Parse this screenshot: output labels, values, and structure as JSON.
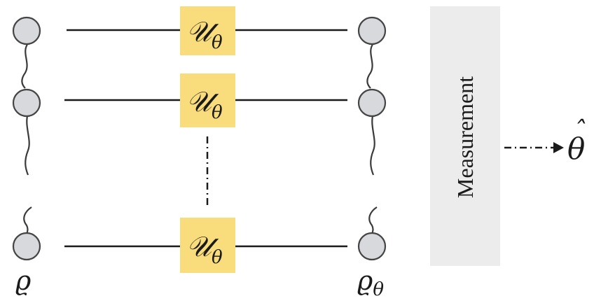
{
  "gates": {
    "label": "𝒰",
    "subscript": "θ"
  },
  "input_state": {
    "label": "ϱ"
  },
  "output_state": {
    "label": "ϱ",
    "subscript": "θ"
  },
  "measurement": {
    "label": "Measurement"
  },
  "estimate": {
    "label": "θ",
    "accent": "ˆ"
  },
  "colors": {
    "gate_fill": "#f9dc7c",
    "qubit_fill": "#d7d9dc",
    "measurement_fill": "#ececec",
    "line": "#1a1a1a"
  }
}
